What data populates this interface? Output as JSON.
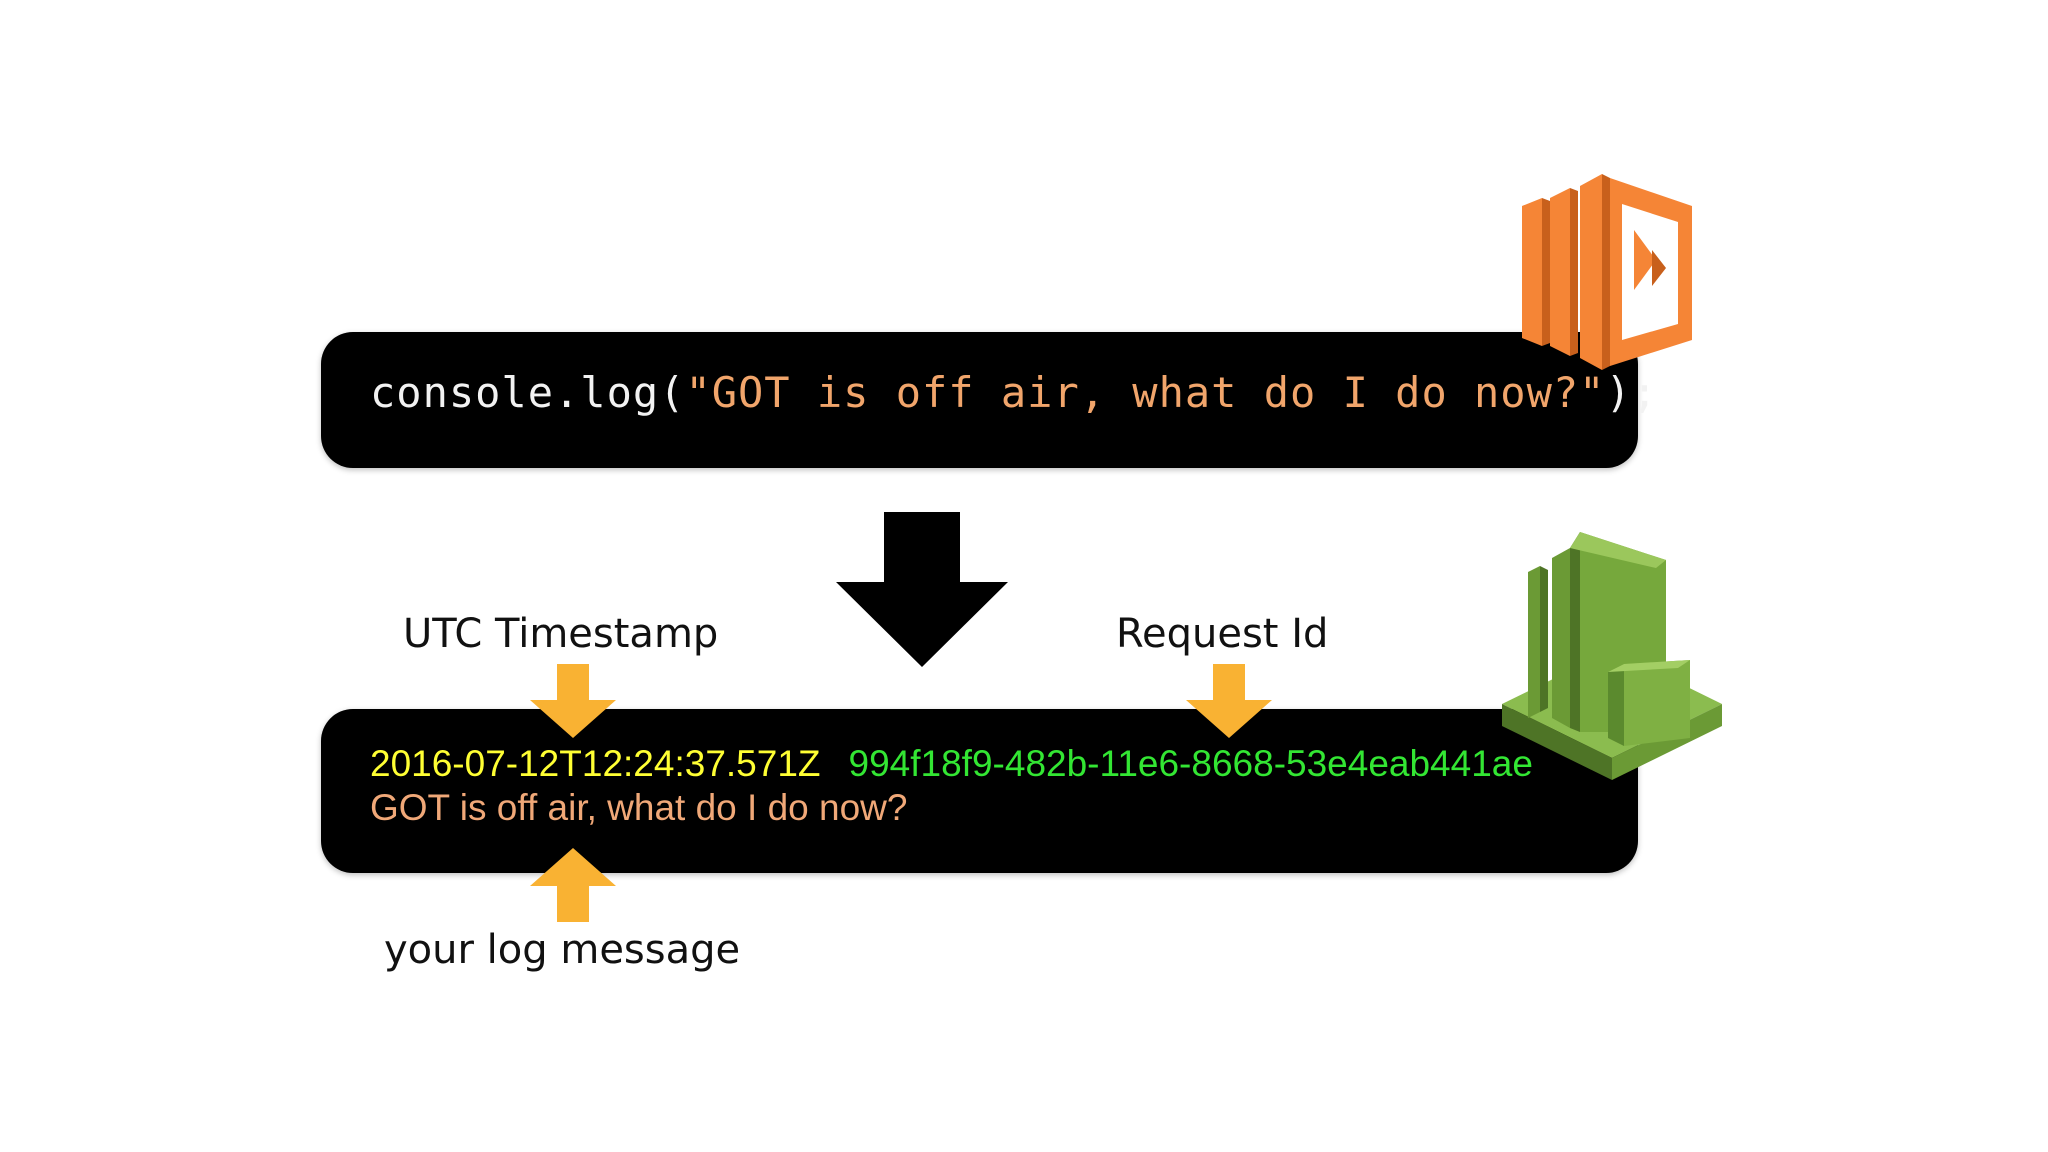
{
  "code": {
    "prefix": "console.log(",
    "string": "\"GOT is off air, what do I do now?\"",
    "suffix": ");"
  },
  "log": {
    "timestamp": "2016-07-12T12:24:37.571Z",
    "request_id": "994f18f9-482b-11e6-8668-53e4eab441ae",
    "message": "GOT is off air, what do I do now?"
  },
  "labels": {
    "timestamp": "UTC Timestamp",
    "request_id": "Request Id",
    "message": "your log message"
  },
  "colors": {
    "code_plain": "#f2f2f2",
    "code_string": "#f1a56b",
    "timestamp": "#ffff33",
    "request_id": "#33e633",
    "message": "#f0a878",
    "pointer_arrow": "#f9b233",
    "lambda_orange": "#f58536",
    "cloudwatch_green": "#6b9a35"
  },
  "icons": {
    "lambda": "aws-lambda-icon",
    "cloudwatch": "aws-cloudwatch-icon",
    "flow": "down-arrow-icon"
  }
}
